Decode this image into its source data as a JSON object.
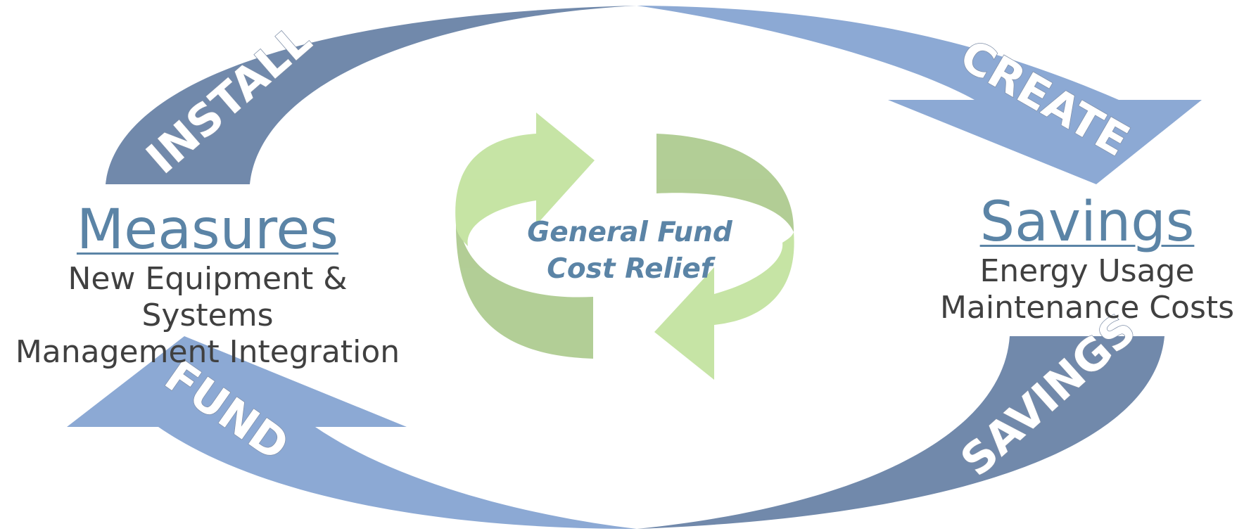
{
  "colors": {
    "dark_arrow": "#7189ab",
    "light_arrow": "#8ca9d4",
    "green_light": "#c3e3a0",
    "green_dark": "#aecb90",
    "title_blue": "#5b84a6",
    "body_text": "#404040"
  },
  "stages": {
    "install": "INSTALL",
    "create": "CREATE",
    "savings": "SAVINGS",
    "fund": "FUND"
  },
  "left_node": {
    "title": "Measures",
    "lines": [
      "New Equipment & Systems",
      "Management Integration"
    ]
  },
  "right_node": {
    "title": "Savings",
    "lines": [
      "Energy Usage",
      "Maintenance Costs"
    ]
  },
  "center": {
    "icon": "recycle-arrows-icon",
    "lines": [
      "General Fund",
      "Cost Relief"
    ]
  }
}
